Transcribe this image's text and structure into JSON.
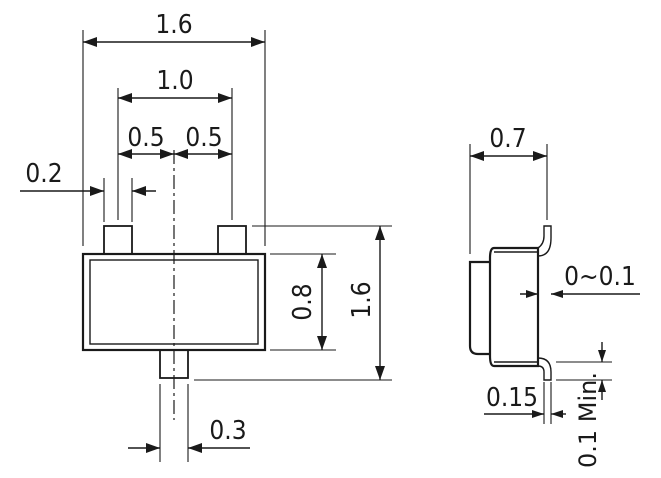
{
  "dimensions": {
    "overall_width": "1.6",
    "lead_pitch_outer": "1.0",
    "lead_half_left": "0.5",
    "lead_half_right": "0.5",
    "lead_width": "0.2",
    "body_height": "0.8",
    "overall_height": "1.6",
    "bottom_lead_width": "0.3",
    "side_width": "0.7",
    "lead_offset": "0~0.1",
    "lead_thickness": "0.15",
    "standoff": "0.1 Min."
  },
  "colors": {
    "line": "#1a1a1a",
    "background": "#ffffff"
  }
}
